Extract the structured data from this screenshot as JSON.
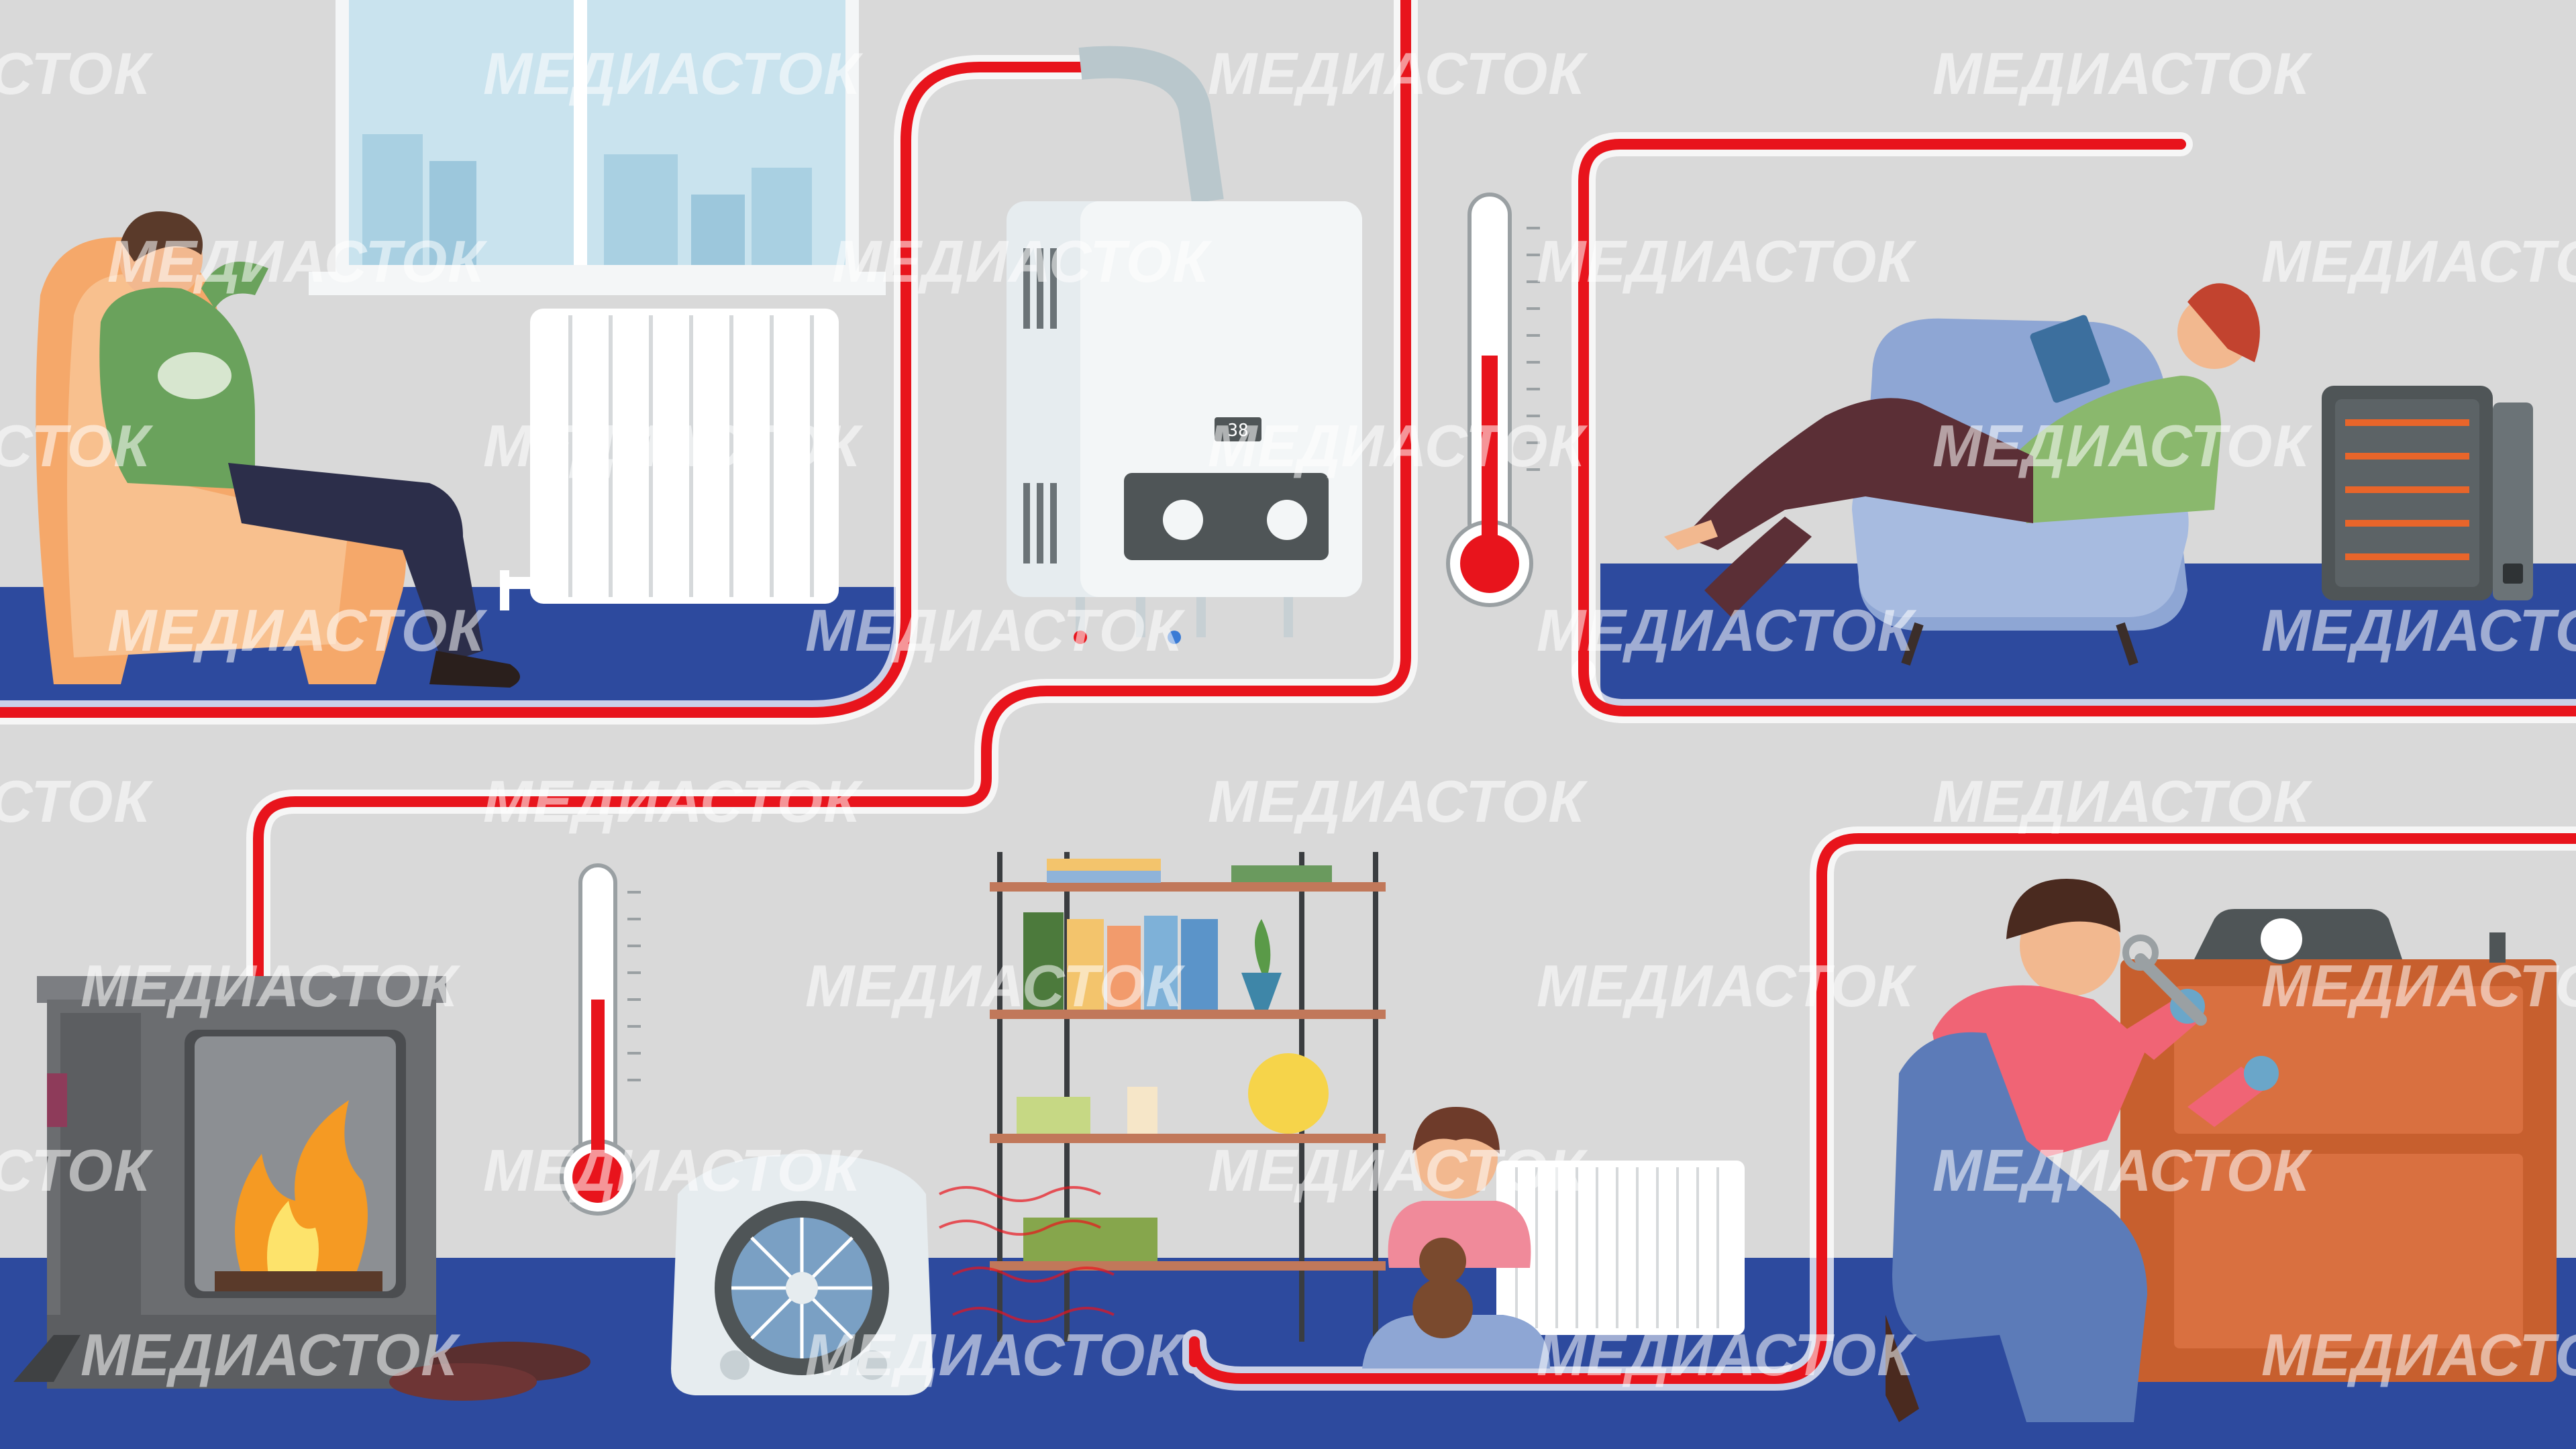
{
  "watermark": {
    "text": "МЕДИАСТОК",
    "text_partial": "СТОК"
  },
  "boiler": {
    "display": "38"
  },
  "colors": {
    "wall": "#d9d9d9",
    "floor": "#2d4a9e",
    "pipe": "#e8141c",
    "pipe_halo": "#ffffff",
    "thermometer_fill": "#e8141c",
    "radiator": "#ffffff",
    "boiler_body": "#e6ecef",
    "boiler_panel": "#4f5557",
    "fireplace": "#6b6d70",
    "fire": "#f59a23",
    "armchair": "#f5a86a",
    "sofa_chair": "#8ea6d4",
    "heater_coil": "#e8652a",
    "solid_fuel_boiler": "#c75f2e"
  },
  "icons": [
    "window-icon",
    "radiator-icon",
    "gas-boiler-icon",
    "thermometer-icon",
    "infrared-heater-icon",
    "fireplace-icon",
    "fan-heater-icon",
    "bookshelf-icon",
    "solid-fuel-boiler-icon",
    "wrench-icon"
  ]
}
